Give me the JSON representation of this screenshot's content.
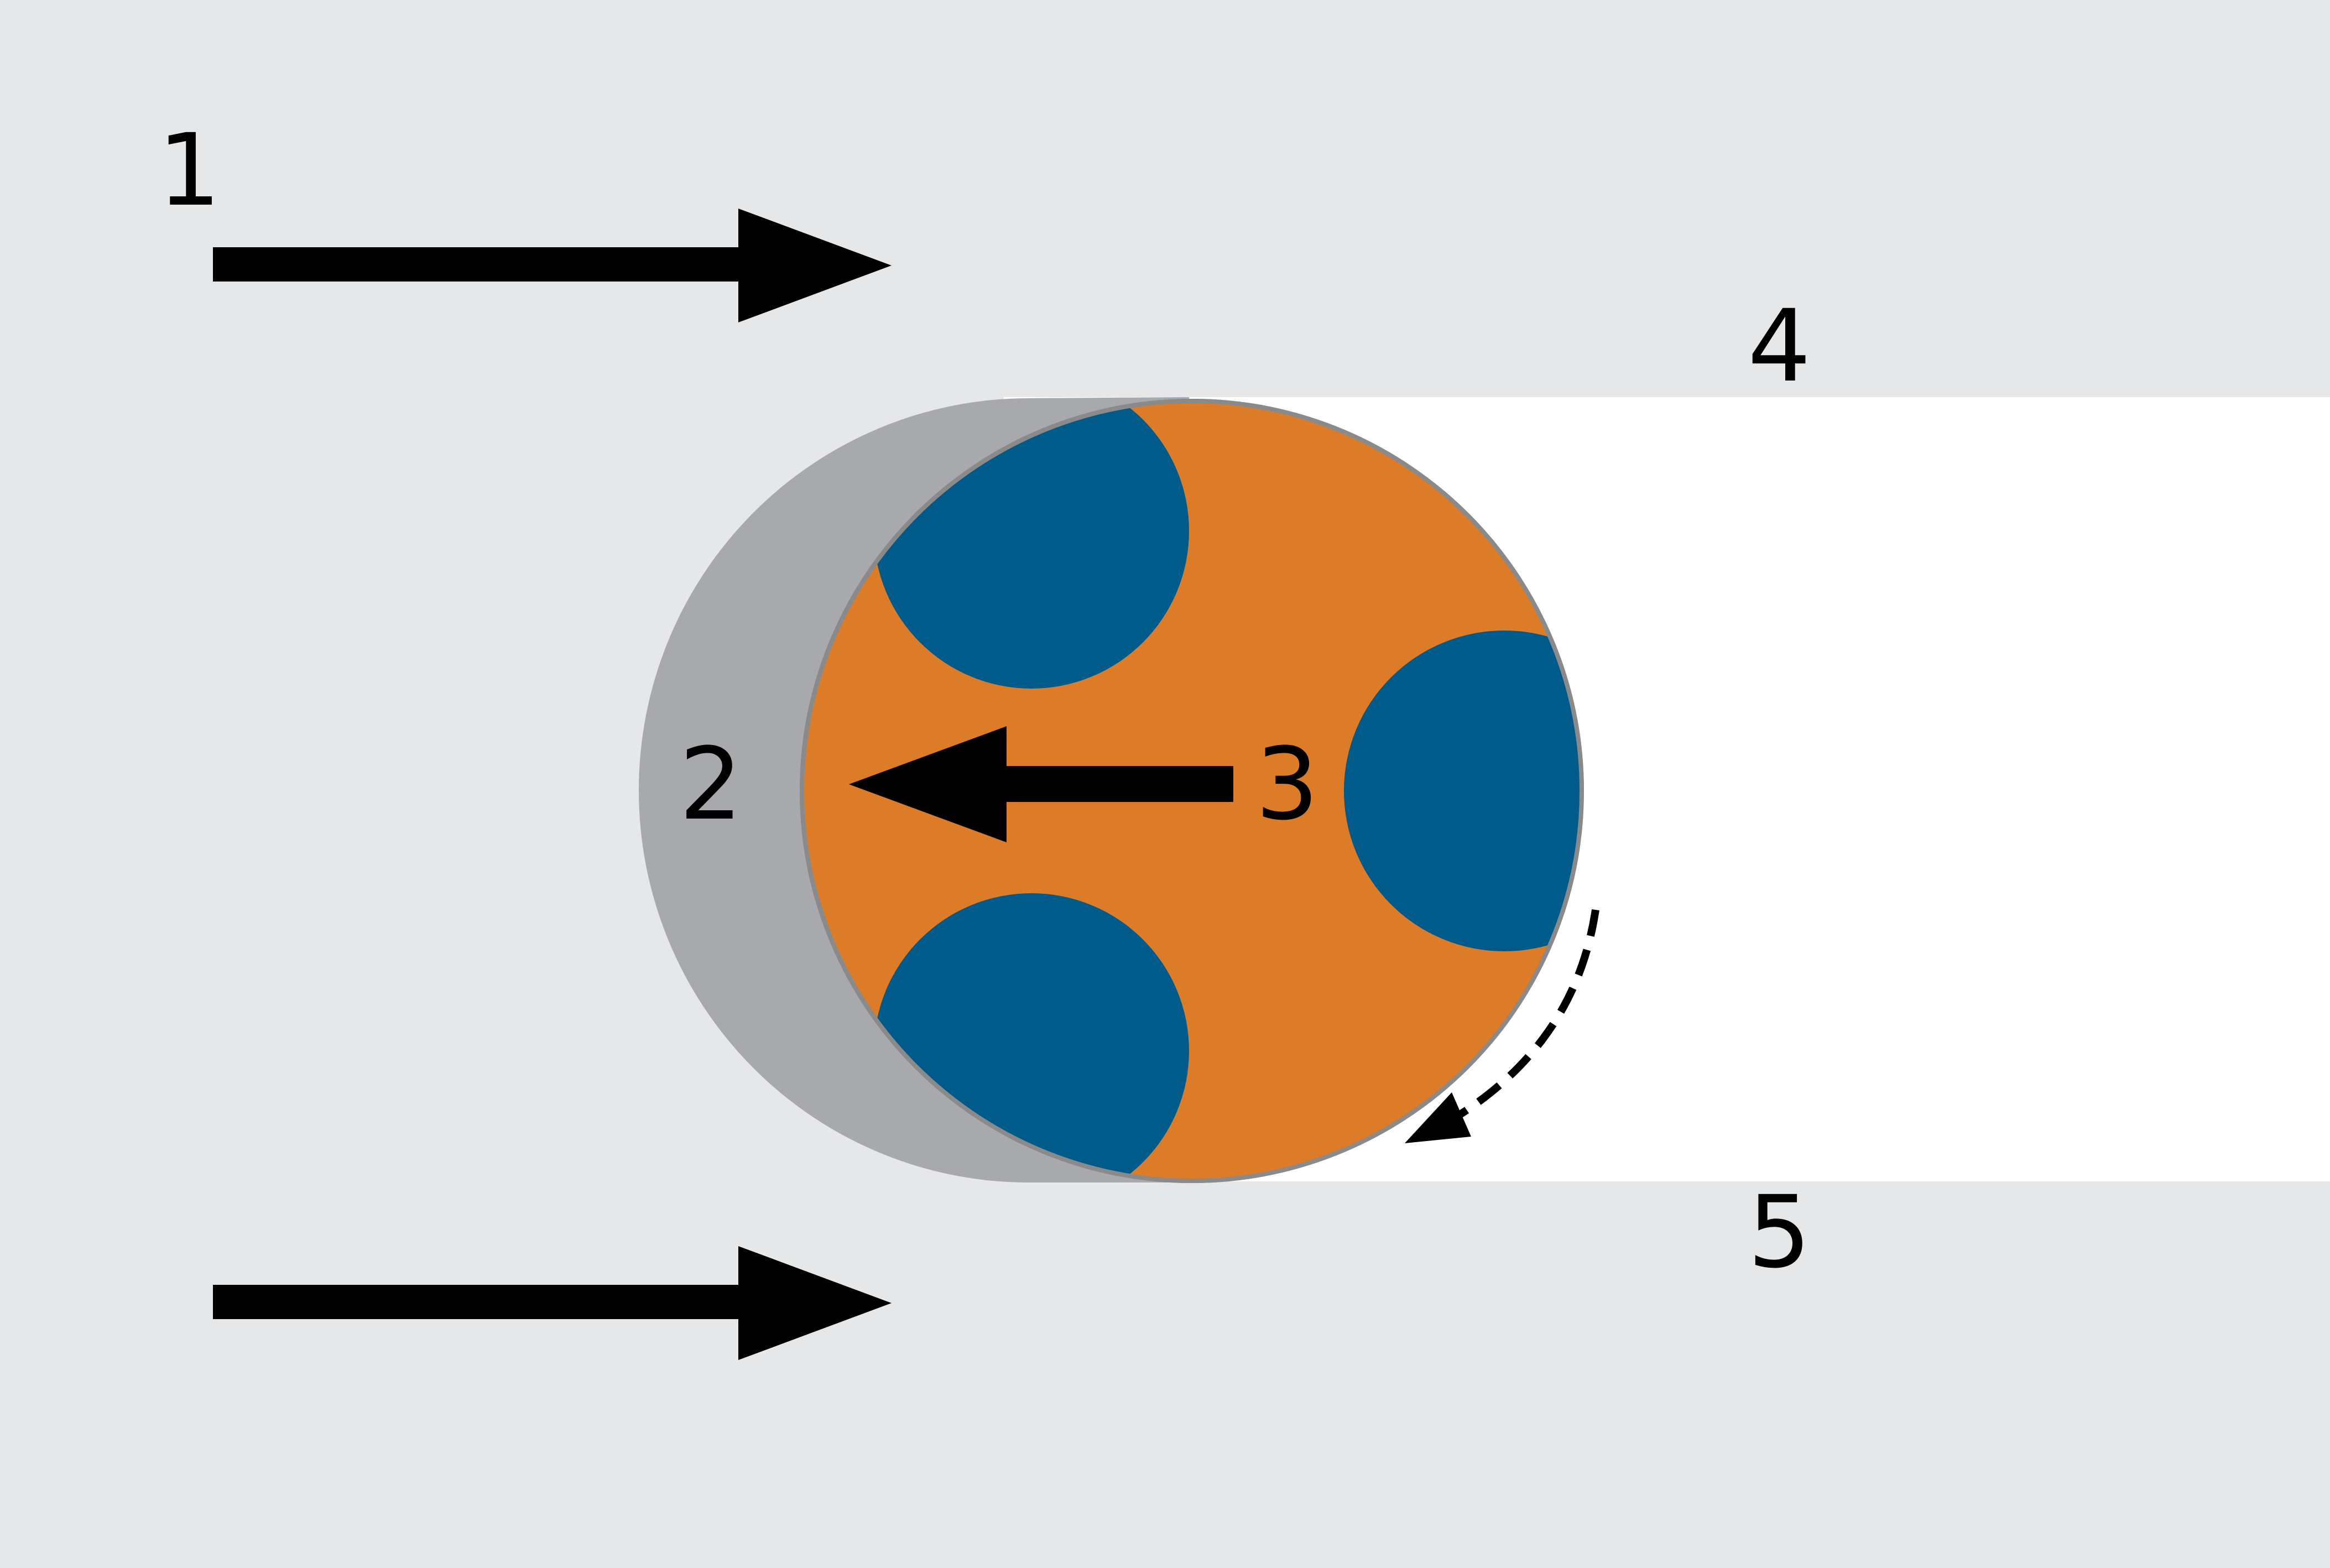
{
  "labels": {
    "l1": "1",
    "l2": "2",
    "l3": "3",
    "l4": "4",
    "l5": "5"
  },
  "colors": {
    "background": "#e6e7e9",
    "channel": "#ffffff",
    "shadow": "#a8a9ac",
    "body": "#dc7c28",
    "lobes": "#005a8a",
    "arrows": "#000000"
  }
}
